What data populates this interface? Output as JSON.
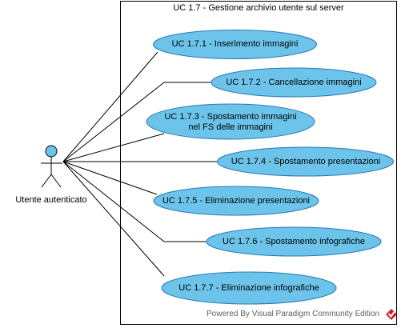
{
  "system": {
    "title": "UC 1.7 - Gestione archivio utente sul server"
  },
  "actor": {
    "name": "Utente autenticato"
  },
  "use_cases": [
    {
      "id": "uc-1-7-1",
      "label": "UC 1.7.1 - Inserimento immagini"
    },
    {
      "id": "uc-1-7-2",
      "label": "UC 1.7.2 - Cancellazione immagini"
    },
    {
      "id": "uc-1-7-3",
      "label": "UC 1.7.3 - Spostamento immagini\nnel FS delle immagini"
    },
    {
      "id": "uc-1-7-4",
      "label": "UC 1.7.4 - Spostamento presentazioni"
    },
    {
      "id": "uc-1-7-5",
      "label": "UC 1.7.5 - Eliminazione presentazioni"
    },
    {
      "id": "uc-1-7-6",
      "label": "UC 1.7.6 - Spostamento infografiche"
    },
    {
      "id": "uc-1-7-7",
      "label": "UC 1.7.7 - Eliminazione infografiche"
    }
  ],
  "watermark": {
    "text": "Powered By  Visual Paradigm Community Edition",
    "logo_icon": "visual-paradigm-logo-icon"
  },
  "colors": {
    "use_case_fill": "#6cc4ea",
    "use_case_stroke": "#2c79b8",
    "actor_fill": "#6cc4ea",
    "line": "#000000",
    "boundary": "#000000",
    "logo_red": "#c8242b"
  }
}
